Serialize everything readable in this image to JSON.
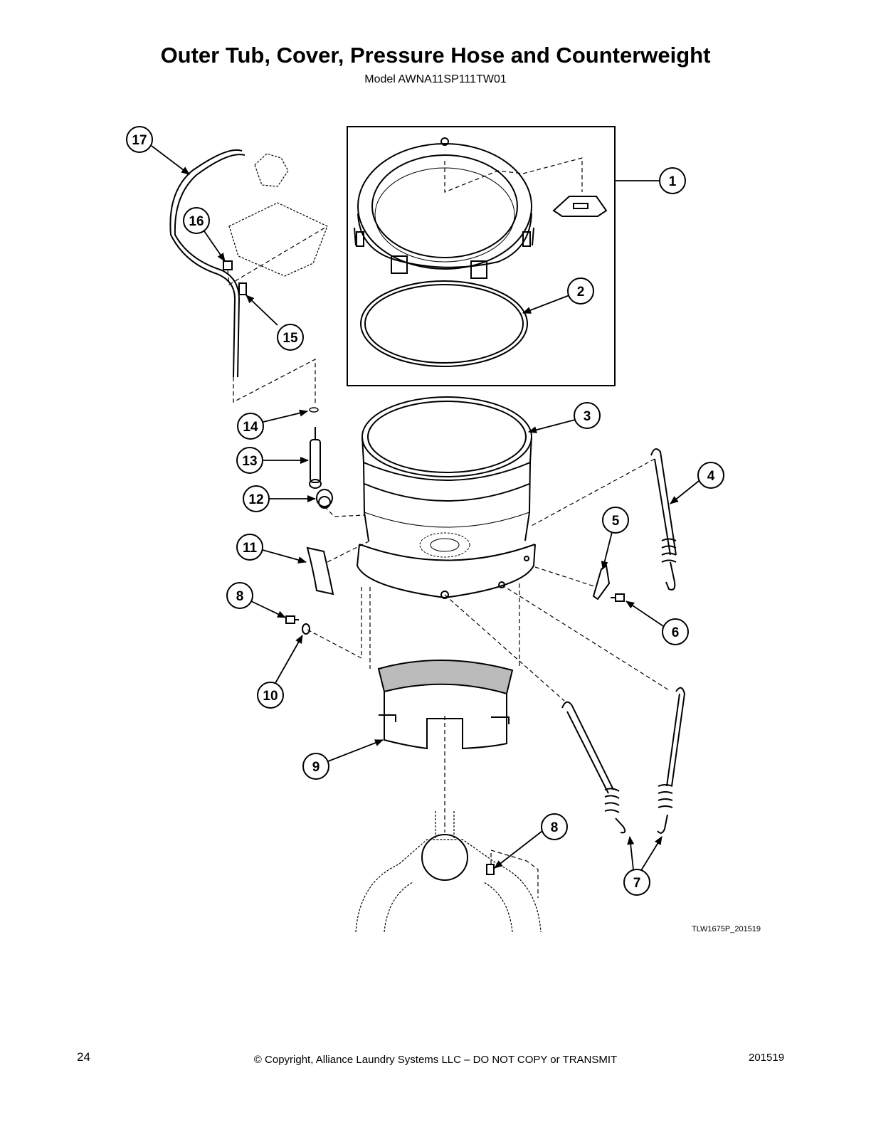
{
  "header": {
    "title": "Outer Tub, Cover, Pressure Hose and Counterweight",
    "subtitle": "Model AWNA11SP111TW01"
  },
  "diagram": {
    "drawing_code": "TLW1675P_201519",
    "callouts": [
      "1",
      "2",
      "3",
      "4",
      "5",
      "6",
      "7",
      "8",
      "9",
      "10",
      "11",
      "12",
      "13",
      "14",
      "15",
      "16",
      "17"
    ]
  },
  "footer": {
    "page_number": "24",
    "copyright": "© Copyright, Alliance Laundry Systems LLC – DO NOT COPY or TRANSMIT",
    "doc_code": "201519"
  }
}
